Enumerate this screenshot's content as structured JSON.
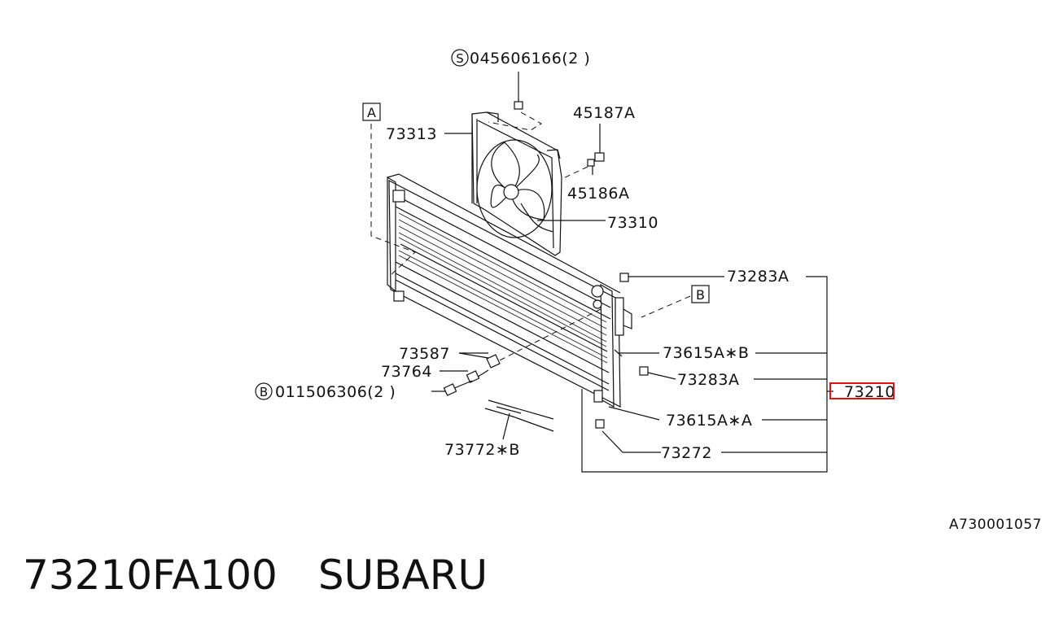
{
  "diagram": {
    "parts": {
      "bolt_s_top": {
        "symbol": "S",
        "text": "045606166(2 )"
      },
      "fan_shroud": "73313",
      "nut_top": "45187A",
      "clip_top": "45186A",
      "fan_motor": "73310",
      "bolt_upper_right": "73283A",
      "bracket_b": "73615A∗B",
      "bolt_mid_right": "73283A",
      "condenser_assy": "73210",
      "bracket_a": "73615A∗A",
      "cushion_bottom": "73272",
      "gasket_left": "73587",
      "stud_left": "73764",
      "bolt_b_left": {
        "symbol": "B",
        "text": "011506306(2 )"
      },
      "hose_bottom": "73772∗B"
    },
    "callouts": {
      "a": "A",
      "b": "B"
    },
    "diagram_code": "A730001057",
    "highlight_color": "#e01010"
  },
  "caption": {
    "part_number": "73210FA100",
    "brand": "SUBARU"
  }
}
